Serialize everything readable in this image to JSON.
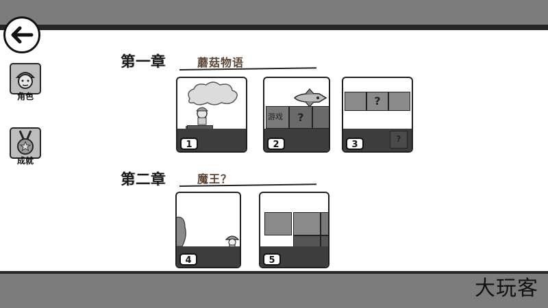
{
  "nav": {
    "back_icon": "arrow-left-icon"
  },
  "sidebar": {
    "items": [
      {
        "label": "角色",
        "icon": "character-icon"
      },
      {
        "label": "成就",
        "icon": "medal-icon"
      }
    ]
  },
  "chapters": [
    {
      "label": "第一章",
      "title": "蘑菇物语",
      "levels": [
        "1",
        "2",
        "3"
      ]
    },
    {
      "label": "第二章",
      "title": "魔王？",
      "levels": [
        "4",
        "5"
      ]
    }
  ],
  "level2_sign": "游戏",
  "watermark": "大玩客",
  "colors": {
    "frame": "#7c7c7c",
    "ink": "#1f1f1f",
    "title_brown": "#5a4535"
  }
}
